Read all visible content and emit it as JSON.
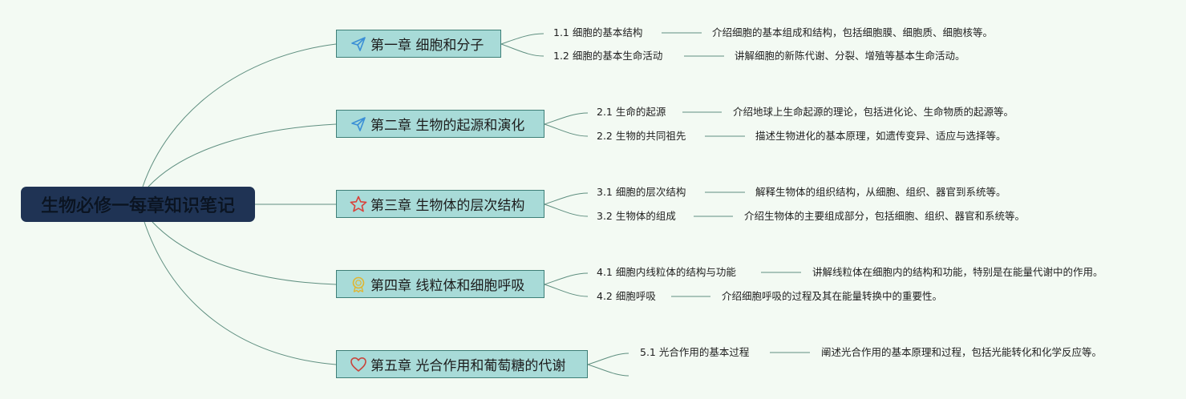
{
  "root": {
    "title": "生物必修一每章知识笔记"
  },
  "chapters": [
    {
      "title": "第一章 细胞和分子",
      "icon": "paper-plane-icon",
      "topics": [
        {
          "label": "1.1 细胞的基本结构",
          "desc": "介绍细胞的基本组成和结构，包括细胞膜、细胞质、细胞核等。"
        },
        {
          "label": "1.2 细胞的基本生命活动",
          "desc": "讲解细胞的新陈代谢、分裂、增殖等基本生命活动。"
        }
      ]
    },
    {
      "title": "第二章 生物的起源和演化",
      "icon": "paper-plane-icon",
      "topics": [
        {
          "label": "2.1 生命的起源",
          "desc": "介绍地球上生命起源的理论，包括进化论、生命物质的起源等。"
        },
        {
          "label": "2.2 生物的共同祖先",
          "desc": "描述生物进化的基本原理，如遗传变异、适应与选择等。"
        }
      ]
    },
    {
      "title": "第三章 生物体的层次结构",
      "icon": "star-icon",
      "topics": [
        {
          "label": "3.1 细胞的层次结构",
          "desc": "解释生物体的组织结构，从细胞、组织、器官到系统等。"
        },
        {
          "label": "3.2 生物体的组成",
          "desc": "介绍生物体的主要组成部分，包括细胞、组织、器官和系统等。"
        }
      ]
    },
    {
      "title": "第四章 线粒体和细胞呼吸",
      "icon": "medal-icon",
      "topics": [
        {
          "label": "4.1 细胞内线粒体的结构与功能",
          "desc": "讲解线粒体在细胞内的结构和功能，特别是在能量代谢中的作用。"
        },
        {
          "label": "4.2 细胞呼吸",
          "desc": "介绍细胞呼吸的过程及其在能量转换中的重要性。"
        }
      ]
    },
    {
      "title": "第五章 光合作用和葡萄糖的代谢",
      "icon": "heart-icon",
      "topics": [
        {
          "label": "5.1 光合作用的基本过程",
          "desc": "阐述光合作用的基本原理和过程，包括光能转化和化学反应等。"
        }
      ]
    }
  ],
  "colors": {
    "background": "#f3faf3",
    "root_fill": "#1f3354",
    "chapter_fill": "#a8dbd8",
    "chapter_border": "#3e7f77",
    "connector": "#5f8f80",
    "plane_icon": "#3b8fd6",
    "star_icon": "#d9413a",
    "medal_icon": "#e0b530",
    "heart_icon": "#c9453c"
  }
}
